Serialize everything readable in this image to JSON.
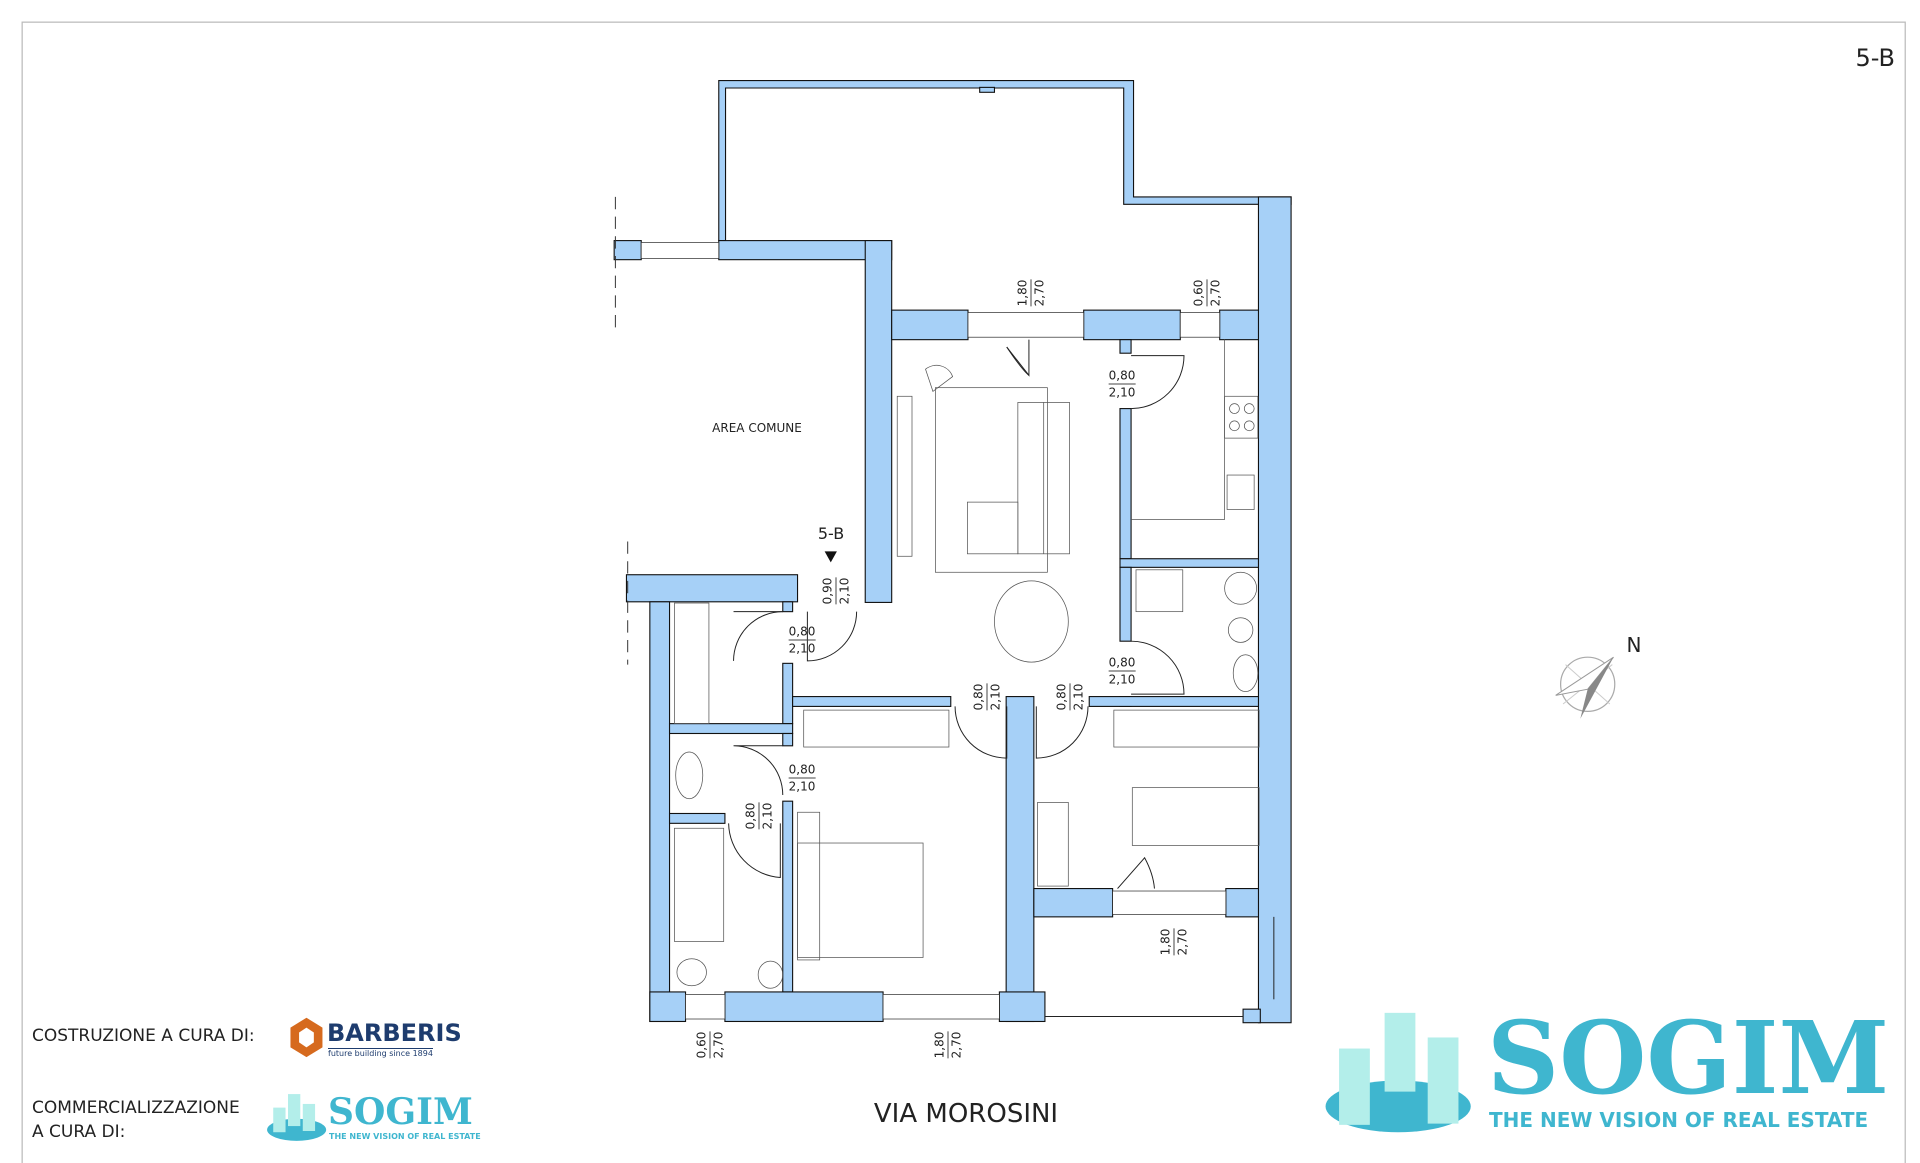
{
  "unit_code": "5-B",
  "entrance_marker": "5-B",
  "area_label": "AREA COMUNE",
  "street": "VIA MOROSINI",
  "north_label": "N",
  "colors": {
    "wall": "#a6d0f7",
    "sogim": "#3fb6cf",
    "sogim_light": "#b3eeea",
    "barberis_orange": "#d66a1e",
    "barberis_blue": "#1e3c6e"
  },
  "openings": [
    {
      "id": "terrace-window-living",
      "width": "1,80",
      "height": "2,70"
    },
    {
      "id": "terrace-window-kitchen",
      "width": "0,60",
      "height": "2,70"
    },
    {
      "id": "door-kitchen",
      "width": "0,80",
      "height": "2,10"
    },
    {
      "id": "entrance-door",
      "width": "0,90",
      "height": "2,10"
    },
    {
      "id": "door-closet",
      "width": "0,80",
      "height": "2,10"
    },
    {
      "id": "door-bathroom-2",
      "width": "0,80",
      "height": "2,10"
    },
    {
      "id": "door-bedroom-1",
      "width": "0,80",
      "height": "2,10"
    },
    {
      "id": "door-bedroom-2",
      "width": "0,80",
      "height": "2,10"
    },
    {
      "id": "door-antibath",
      "width": "0,80",
      "height": "2,10"
    },
    {
      "id": "door-bathroom-1",
      "width": "0,80",
      "height": "2,10"
    },
    {
      "id": "window-balcony",
      "width": "1,80",
      "height": "2,70"
    },
    {
      "id": "window-bathroom-1",
      "width": "0,60",
      "height": "2,70"
    },
    {
      "id": "window-bedroom-1",
      "width": "1,80",
      "height": "2,70"
    }
  ],
  "footer": {
    "construction_label": "COSTRUZIONE A CURA DI:",
    "marketing_label_line1": "COMMERCIALIZZAZIONE",
    "marketing_label_line2": "A CURA DI:"
  },
  "barberis_logo": {
    "name": "BARBERIS",
    "tagline": "future building since 1894"
  },
  "sogim_logo": {
    "name": "SOGIM",
    "tagline": "THE NEW VISION OF REAL ESTATE"
  }
}
